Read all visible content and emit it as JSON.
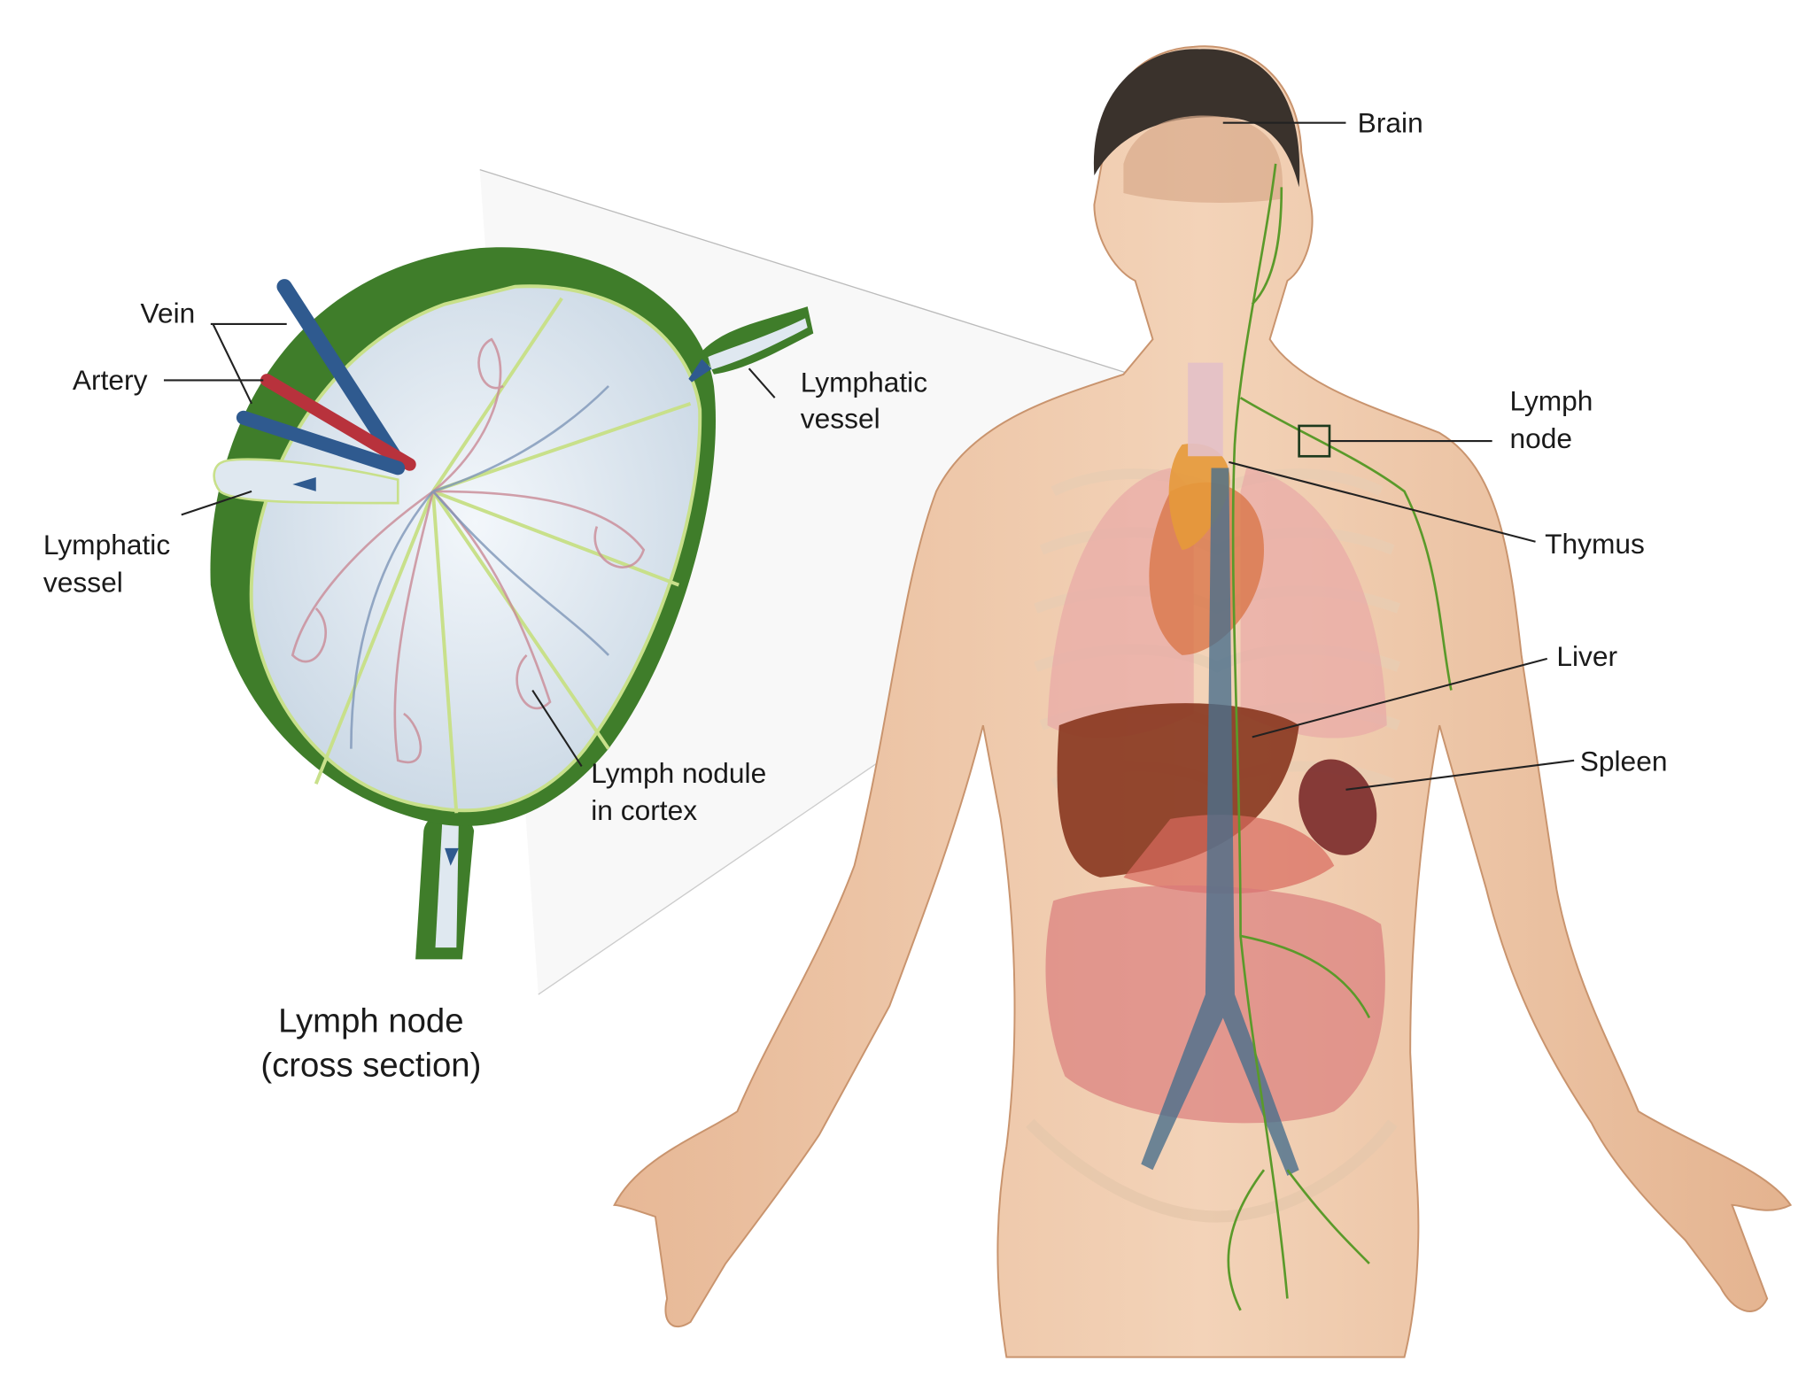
{
  "node_labels": {
    "vein": "Vein",
    "artery": "Artery",
    "lymphatic_vessel_right": [
      "Lymphatic",
      "vessel"
    ],
    "lymphatic_vessel_left": [
      "Lymphatic",
      "vessel"
    ],
    "lymph_nodule": [
      "Lymph nodule",
      "in cortex"
    ],
    "caption": [
      "Lymph node",
      "(cross section)"
    ]
  },
  "body_labels": {
    "brain": "Brain",
    "lymph_node": [
      "Lymph",
      "node"
    ],
    "thymus": "Thymus",
    "liver": "Liver",
    "spleen": "Spleen"
  },
  "colors": {
    "capsule": "#3f7d2a",
    "node_interior": "#dfe8f0",
    "vein": "#2f5a8f",
    "artery": "#b8323c",
    "lymphatics": "#5a9a2a",
    "skin": "#f0c9a8",
    "liver": "#8a3a22",
    "spleen": "#7a2a2a",
    "lungs": "#e8a6a6"
  }
}
